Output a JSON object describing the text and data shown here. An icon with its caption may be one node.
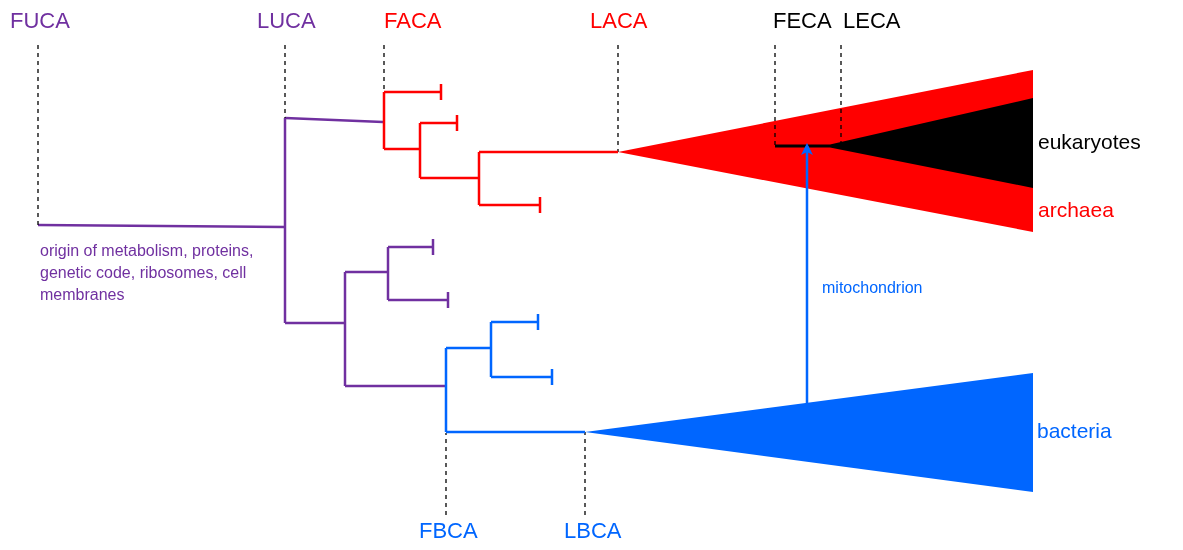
{
  "diagram": {
    "nodes": [
      {
        "text": [
          "FUCA"
        ]
      },
      {
        "text": [
          "LUCA"
        ]
      },
      {
        "text": [
          "FACA"
        ]
      },
      {
        "text": [
          "LACA"
        ]
      },
      {
        "text": [
          "FECA"
        ]
      },
      {
        "text": [
          "LECA"
        ]
      },
      {
        "text": [
          "FBCA"
        ]
      },
      {
        "text": [
          "LBCA"
        ]
      },
      {
        "text": [
          "archaea"
        ]
      },
      {
        "text": [
          "eukaryotes"
        ],
        "in": 8
      },
      {
        "text": [
          "bacteria"
        ]
      }
    ],
    "edges": [
      {
        "from": 0,
        "to": null,
        "arrow": "none",
        "style": "dashed"
      },
      {
        "from": 1,
        "to": null,
        "arrow": "none",
        "style": "dashed"
      },
      {
        "from": 2,
        "to": null,
        "arrow": "none",
        "style": "dashed"
      },
      {
        "from": 3,
        "to": 8,
        "arrow": "none",
        "style": "dashed"
      },
      {
        "from": 4,
        "to": 9,
        "arrow": "none",
        "style": "dashed"
      },
      {
        "from": 5,
        "to": 9,
        "arrow": "none",
        "style": "dashed"
      },
      {
        "from": 6,
        "to": null,
        "arrow": "none",
        "style": "dashed"
      },
      {
        "from": 7,
        "to": 10,
        "arrow": "none",
        "style": "dashed"
      },
      {
        "from": 10,
        "to": 9,
        "arrow": "to",
        "label": "mitochondrion",
        "color": "#0066ff"
      },
      {
        "from": null,
        "to": 8,
        "arrow": "none",
        "color": "#ff0000"
      },
      {
        "from": null,
        "to": 10,
        "arrow": "none",
        "color": "#0066ff"
      }
    ],
    "labels": [
      "origin of metabolism, proteins, genetic code, ribosomes, cell membranes"
    ]
  }
}
